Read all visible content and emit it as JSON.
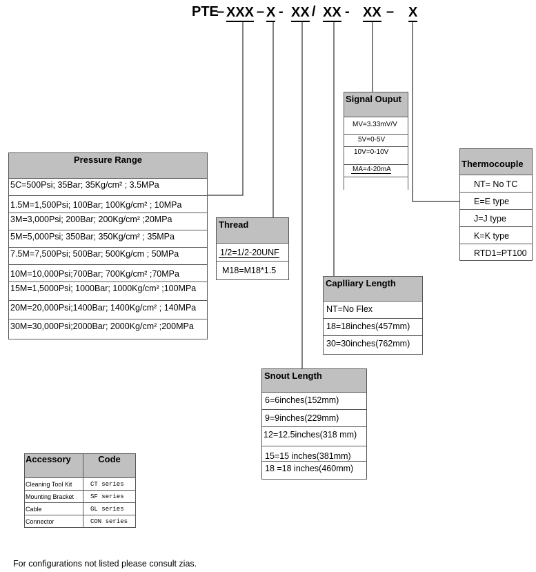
{
  "code": {
    "prefix": "PTE",
    "dash1": "–",
    "seg_range": "XXX",
    "dash2": "–",
    "seg_thread": "X",
    "dash3": "-",
    "seg_snout": "XX",
    "slash": "/",
    "seg_capillary": "XX",
    "dash4": "-",
    "seg_signal": "XX",
    "dash5": "–",
    "seg_thermo": "X"
  },
  "pressure_range": {
    "title": "Pressure Range",
    "rows": [
      "5C=500Psi; 35Bar; 35Kg/cm² ; 3.5MPa",
      "1.5M=1,500Psi; 100Bar; 100Kg/cm² ; 10MPa",
      "3M=3,000Psi; 200Bar;  200Kg/cm²  ;20MPa",
      "5M=5,000Psi; 350Bar; 350Kg/cm²  ; 35MPa",
      "7.5M=7,500Psi; 500Bar; 500Kg/cm  ; 50MPa",
      "10M=10,000Psi;700Bar; 700Kg/cm² ;70MPa",
      "15M=1,5000Psi; 1000Bar; 1000Kg/cm² ;100MPa",
      "20M=20,000Psi;1400Bar;  1400Kg/cm² ; 140MPa",
      "30M=30,000Psi;2000Bar;  2000Kg/cm² ;200MPa"
    ]
  },
  "thread": {
    "title": "Thread",
    "rows": [
      "1/2=1/2-20UNF",
      "M18=M18*1.5"
    ]
  },
  "snout_length": {
    "title": "Snout Length",
    "rows": [
      "6=6inches(152mm)",
      "9=9inches(229mm)",
      "12=12.5inches(318 mm)",
      "15=15 inches(381mm)",
      "18 =18 inches(460mm)"
    ]
  },
  "capillary_length": {
    "title": "Caplliary Length",
    "rows": [
      "NT=No Flex",
      "18=18inches(457mm)",
      "30=30inches(762mm)"
    ]
  },
  "signal_output": {
    "title": "Signal Ouput",
    "rows": [
      "MV=3.33mV/V",
      "5V=0-5V",
      "10V=0-10V",
      "MA=4-20mA",
      ""
    ]
  },
  "thermocouple": {
    "title": "Thermocouple",
    "rows": [
      "NT= No TC",
      "E=E type",
      "J=J type",
      "K=K type",
      "RTD1=PT100"
    ]
  },
  "accessory": {
    "headers": [
      "Accessory",
      "Code"
    ],
    "rows": [
      {
        "name": "Cleaning Tool Kit",
        "code": "CT series"
      },
      {
        "name": "Mounting Bracket",
        "code": "SF series"
      },
      {
        "name": "Cable",
        "code": "GL series"
      },
      {
        "name": "Connector",
        "code": "CON series"
      }
    ]
  },
  "footnote": "For configurations not listed please consult zias.",
  "colors": {
    "header_fill": "#c0c0c0",
    "border": "#555555",
    "line": "#000000"
  }
}
